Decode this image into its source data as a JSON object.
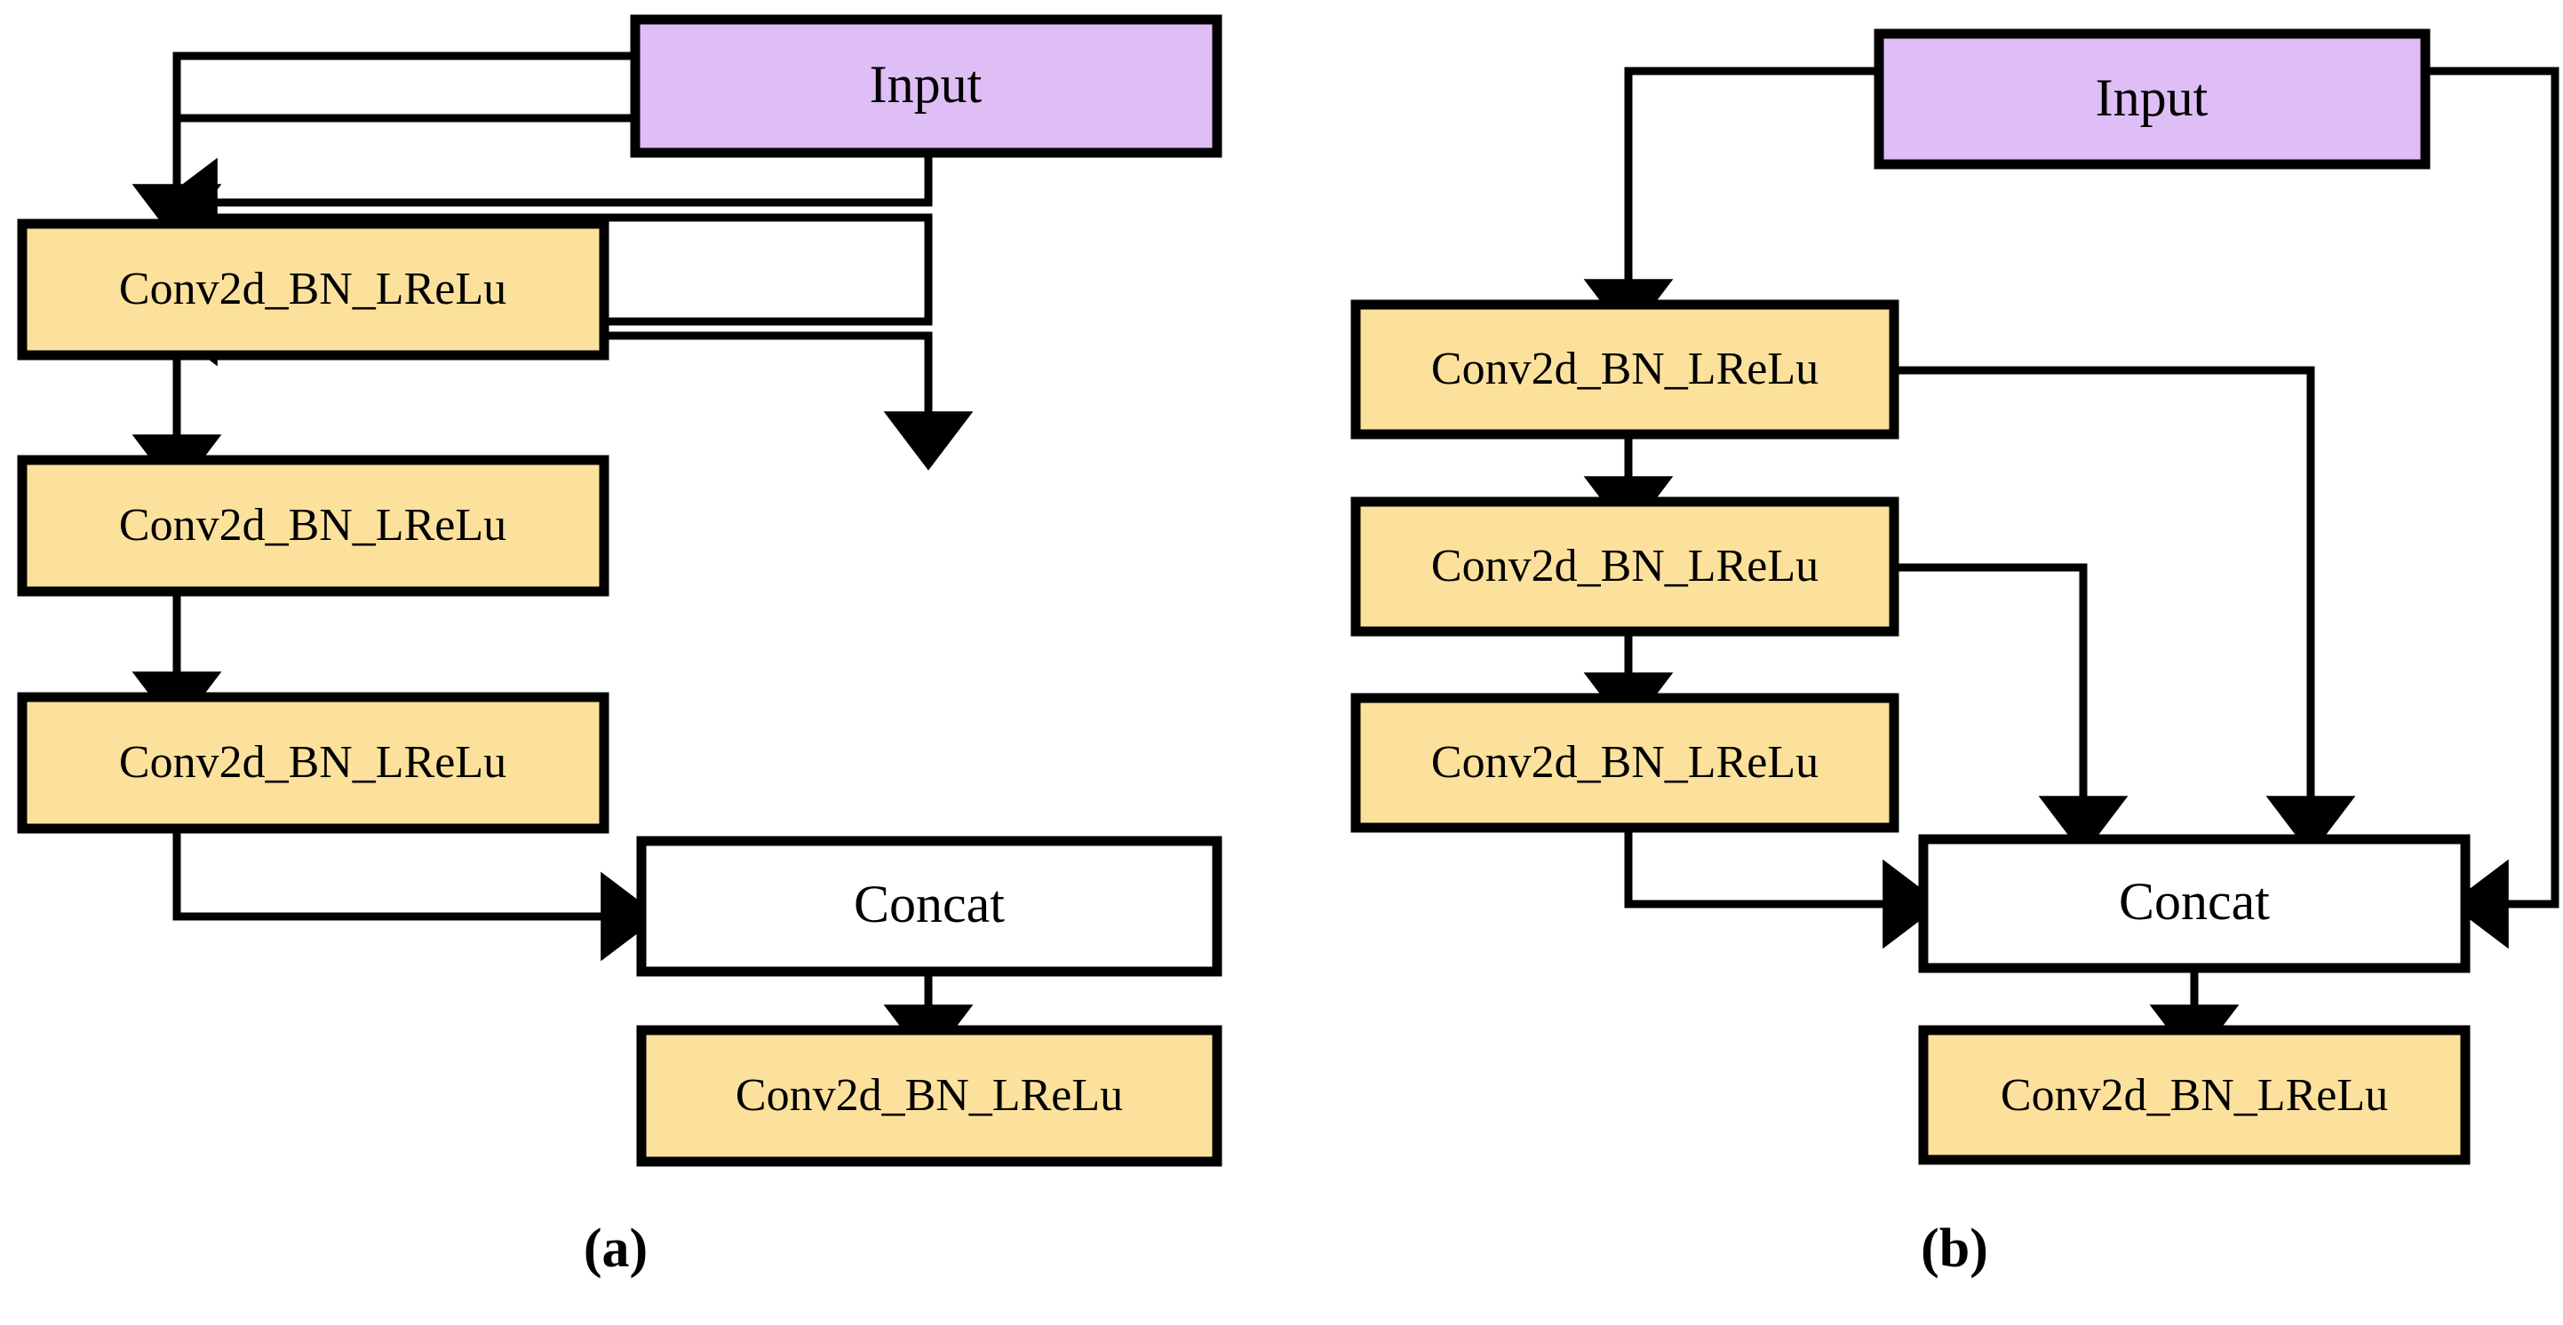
{
  "figure": {
    "type": "diagram",
    "description": "Two neural-network block diagrams (a) and (b) comparing dense/residual connection styles of Conv2d_BN_LReLu layers feeding a Concat layer",
    "background_color": "#FFFFFF",
    "colors": {
      "input_fill": "#DFBDF5",
      "conv_fill": "#FCE19C",
      "concat_fill": "#FFFFFF",
      "stroke": "#000000",
      "text": "#000000"
    }
  },
  "panels": [
    {
      "id": "a",
      "caption": "(a)",
      "nodes": {
        "input": {
          "label": "Input",
          "kind": "input"
        },
        "conv1": {
          "label": "Conv2d_BN_LReLu",
          "kind": "conv"
        },
        "conv2": {
          "label": "Conv2d_BN_LReLu",
          "kind": "conv"
        },
        "conv3": {
          "label": "Conv2d_BN_LReLu",
          "kind": "conv"
        },
        "concat": {
          "label": "Concat",
          "kind": "concat"
        },
        "conv_out": {
          "label": "Conv2d_BN_LReLu",
          "kind": "conv"
        }
      },
      "edges": [
        {
          "from": "input",
          "to": "conv1"
        },
        {
          "from": "input",
          "to": "conv2"
        },
        {
          "from": "input",
          "to": "conv3"
        },
        {
          "from": "input",
          "to": "concat"
        },
        {
          "from": "conv1",
          "to": "conv2"
        },
        {
          "from": "conv1",
          "to": "conv3"
        },
        {
          "from": "conv2",
          "to": "conv3"
        },
        {
          "from": "conv3",
          "to": "concat"
        },
        {
          "from": "concat",
          "to": "conv_out"
        }
      ]
    },
    {
      "id": "b",
      "caption": "(b)",
      "nodes": {
        "input": {
          "label": "Input",
          "kind": "input"
        },
        "conv1": {
          "label": "Conv2d_BN_LReLu",
          "kind": "conv"
        },
        "conv2": {
          "label": "Conv2d_BN_LReLu",
          "kind": "conv"
        },
        "conv3": {
          "label": "Conv2d_BN_LReLu",
          "kind": "conv"
        },
        "concat": {
          "label": "Concat",
          "kind": "concat"
        },
        "conv_out": {
          "label": "Conv2d_BN_LReLu",
          "kind": "conv"
        }
      },
      "edges": [
        {
          "from": "input",
          "to": "conv1"
        },
        {
          "from": "input",
          "to": "concat"
        },
        {
          "from": "conv1",
          "to": "conv2"
        },
        {
          "from": "conv1",
          "to": "concat"
        },
        {
          "from": "conv2",
          "to": "conv3"
        },
        {
          "from": "conv2",
          "to": "concat"
        },
        {
          "from": "conv3",
          "to": "concat"
        },
        {
          "from": "concat",
          "to": "conv_out"
        }
      ]
    }
  ]
}
